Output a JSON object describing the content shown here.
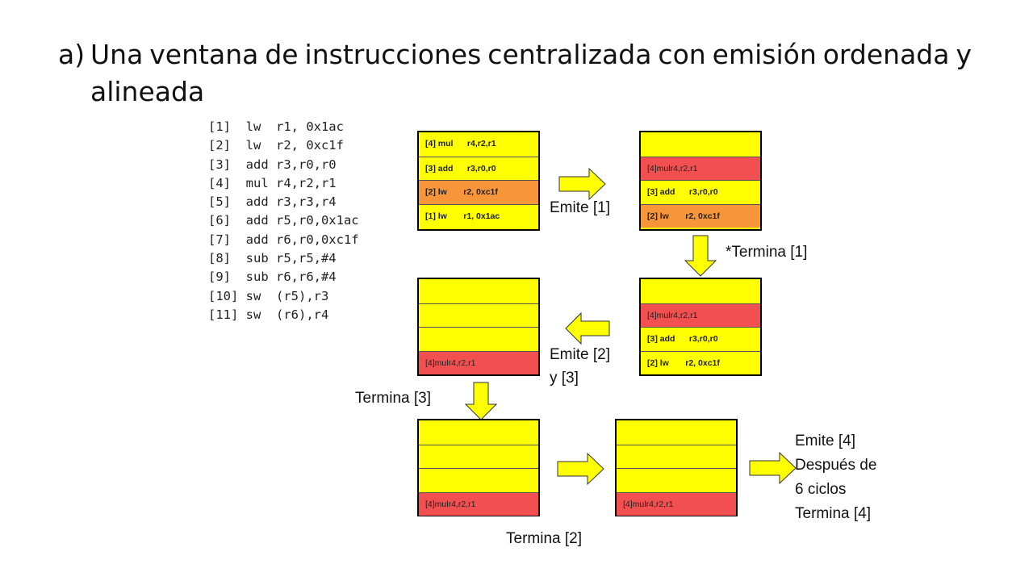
{
  "title": {
    "marker": "a)",
    "line1_words": [
      "Una",
      "ventana",
      "de",
      "instrucciones",
      "centralizada",
      "con",
      "emisión",
      "ordenada",
      "y"
    ],
    "line2": "alineada"
  },
  "code": [
    "[1]  lw  r1, 0x1ac",
    "[2]  lw  r2, 0xc1f",
    "[3]  add r3,r0,r0",
    "[4]  mul r4,r2,r1",
    "[5]  add r3,r3,r4",
    "[6]  add r5,r0,0x1ac",
    "[7]  add r6,r0,0xc1f",
    "[8]  sub r5,r5,#4",
    "[9]  sub r6,r6,#4",
    "[10] sw  (r5),r3",
    "[11] sw  (r6),r4"
  ],
  "windows": {
    "w1": [
      "[4] mul      r4,r2,r1",
      "[3] add      r3,r0,r0",
      "[2] lw       r2, 0xc1f",
      "[1] lw       r1, 0x1ac"
    ],
    "w2": [
      "",
      "[4]mulr4,r2,r1",
      "[3] add      r3,r0,r0",
      "[2] lw       r2, 0xc1f"
    ],
    "w3": [
      "",
      "[4]mulr4,r2,r1",
      "[3] add      r3,r0,r0",
      "[2] lw       r2, 0xc1f"
    ],
    "w4": [
      "",
      "",
      "",
      "[4]mulr4,r2,r1"
    ],
    "w5": [
      "",
      "",
      "",
      "[4]mulr4,r2,r1"
    ],
    "w6": [
      "",
      "",
      "",
      "[4]mulr4,r2,r1"
    ]
  },
  "labels": {
    "emite1": "Emite [1]",
    "termina1": "*Termina [1]",
    "emite23_a": "Emite [2]",
    "emite23_b": "y [3]",
    "termina3": "Termina [3]",
    "termina2": "Termina [2]",
    "final_1": "Emite [4]",
    "final_2": "Después de",
    "final_3": "6 ciclos",
    "final_4": "Termina [4]"
  },
  "colors": {
    "yellow": "#ffff00",
    "red": "#f25050",
    "orange": "#f7953a"
  }
}
